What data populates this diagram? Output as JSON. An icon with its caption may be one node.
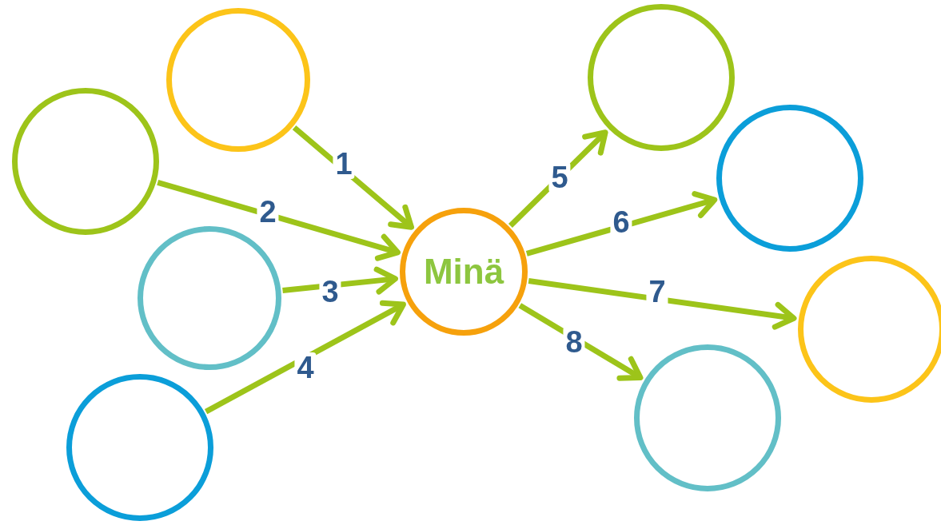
{
  "diagram": {
    "nodes": [
      {
        "text": [],
        "shape": "circle"
      },
      {
        "text": [],
        "shape": "circle"
      },
      {
        "text": [],
        "shape": "circle"
      },
      {
        "text": [],
        "shape": "circle"
      },
      {
        "text": [
          "Minä"
        ]
      },
      {
        "text": [],
        "shape": "circle"
      },
      {
        "text": [],
        "shape": "circle"
      },
      {
        "text": [],
        "shape": "circle"
      },
      {
        "text": [],
        "shape": "circle"
      }
    ],
    "edges": [
      {
        "from": 0,
        "to": 4,
        "arrow": "to",
        "label": "1"
      },
      {
        "from": 1,
        "to": 4,
        "arrow": "to",
        "label": "2"
      },
      {
        "from": 2,
        "to": 4,
        "arrow": "to",
        "label": "3"
      },
      {
        "from": 3,
        "to": 4,
        "arrow": "to",
        "label": "4"
      },
      {
        "from": 4,
        "to": 5,
        "arrow": "to",
        "label": "5"
      },
      {
        "from": 4,
        "to": 6,
        "arrow": "to",
        "label": "6"
      },
      {
        "from": 4,
        "to": 7,
        "arrow": "to",
        "label": "7"
      },
      {
        "from": 4,
        "to": 8,
        "arrow": "to",
        "label": "8"
      }
    ]
  }
}
